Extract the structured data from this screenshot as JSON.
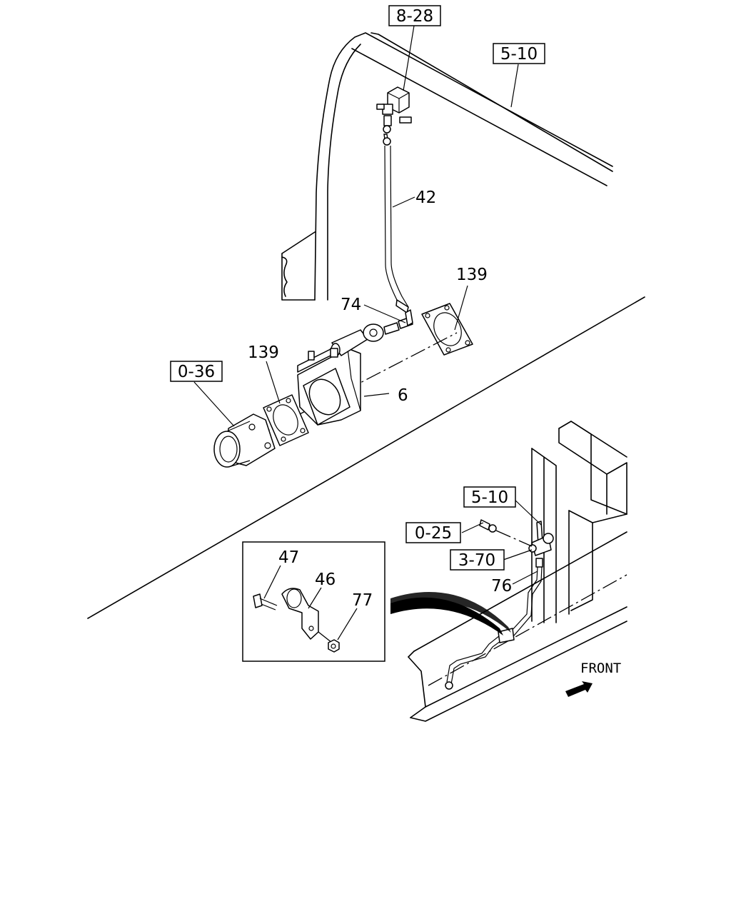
{
  "ref_boxes": {
    "r828": "8-28",
    "r510a": "5-10",
    "r036": "0-36",
    "r510b": "5-10",
    "r025": "0-25",
    "r370": "3-70"
  },
  "callouts": {
    "c42": "42",
    "c139a": "139",
    "c74": "74",
    "c139b": "139",
    "c6": "6",
    "c76": "76",
    "c47": "47",
    "c46": "46",
    "c77": "77"
  },
  "front_label": "FRONT"
}
